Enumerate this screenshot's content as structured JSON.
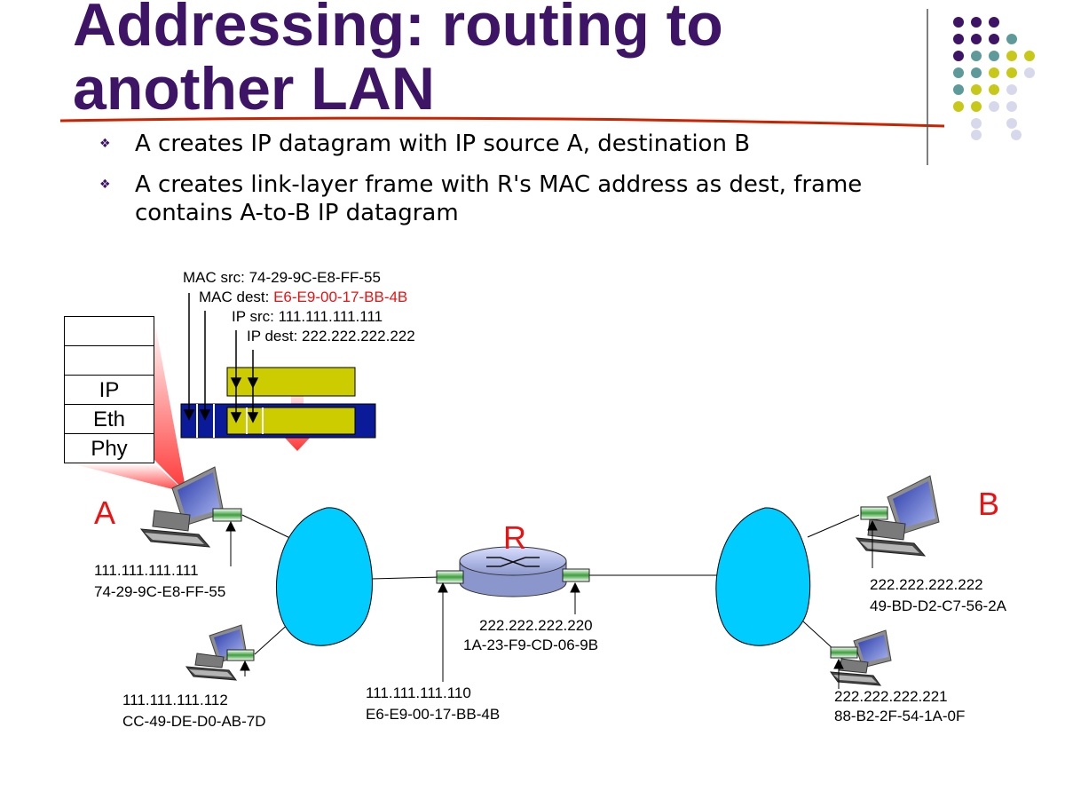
{
  "slide": {
    "title": "Addressing: routing to another LAN",
    "bullets": [
      "A creates IP datagram with IP source A, destination B",
      "A creates link-layer frame with R's MAC address as dest, frame contains A-to-B IP datagram"
    ]
  },
  "frame": {
    "mac_src_label": "MAC src: 74-29-9C-E8-FF-55",
    "mac_dest_label": "MAC dest: ",
    "mac_dest_value": "E6-E9-00-17-BB-4B",
    "ip_src_label": "IP src: 111.111.111.111",
    "ip_dest_label": "IP dest: 222.222.222.222"
  },
  "protocol_stack": [
    "",
    "",
    "IP",
    "Eth",
    "Phy"
  ],
  "nodes": {
    "a": {
      "name": "A",
      "ip": "111.111.111.111",
      "mac": "74-29-9C-E8-FF-55"
    },
    "a2": {
      "ip": "111.111.111.112",
      "mac": "CC-49-DE-D0-AB-7D"
    },
    "router": {
      "name": "R",
      "left_ip": "111.111.111.110",
      "left_mac": "E6-E9-00-17-BB-4B",
      "right_ip": "222.222.222.220",
      "right_mac": "1A-23-F9-CD-06-9B"
    },
    "b": {
      "name": "B",
      "ip": "222.222.222.222",
      "mac": "49-BD-D2-C7-56-2A"
    },
    "b2": {
      "ip": "222.222.222.221",
      "mac": "88-B2-2F-54-1A-0F"
    }
  },
  "colors": {
    "title": "#3d1466",
    "highlight": "#ee1111",
    "frame_body": "#0a1a99",
    "datagram": "#cccc00",
    "lan_cloud": "#00ccff",
    "decor_purple": "#3d1466",
    "decor_teal": "#5f9a9a",
    "decor_yellow": "#c8c818",
    "decor_lavender": "#d8d8ec"
  }
}
